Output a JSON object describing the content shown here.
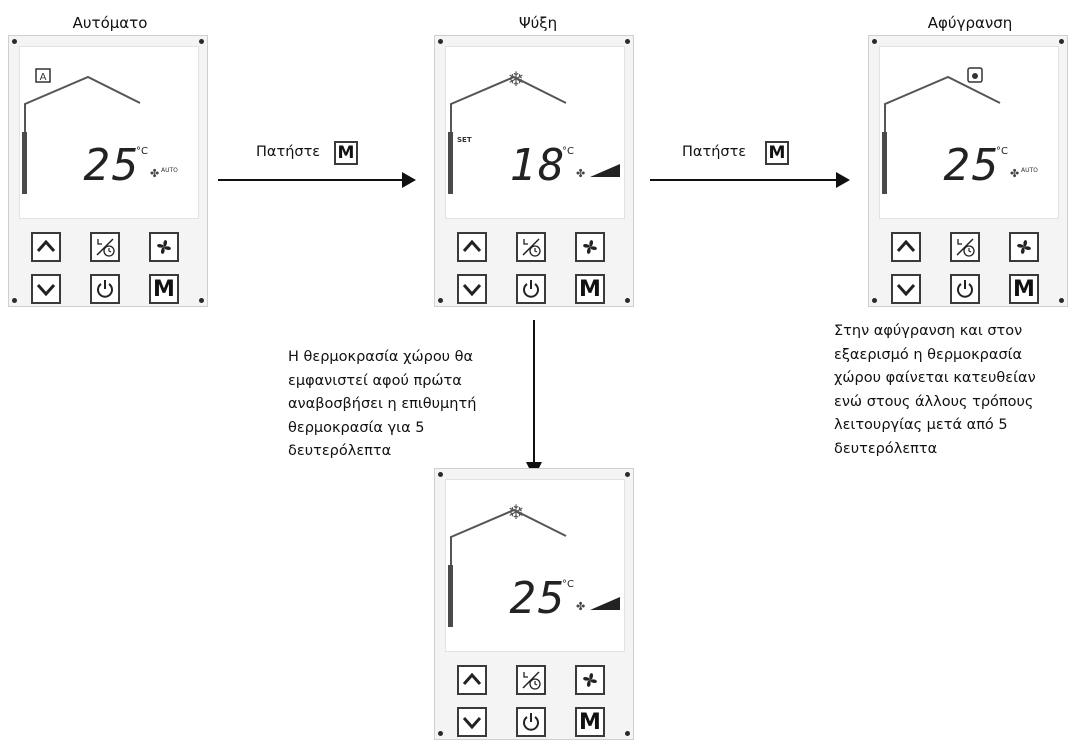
{
  "titles": {
    "auto": "Αυτόματο",
    "cooling": "Ψύξη",
    "dehumidify": "Αφύγρανση"
  },
  "press_label": "Πατήστε",
  "m_key": "M",
  "note_left": "Η θερμοκρασία χώρου θα\nεμφανιστεί αφού πρώτα\nαναβοσβήσει η επιθυμητή\nθερμοκρασία για 5\nδευτερόλεπτα",
  "note_right": "Στην αφύγρανση και στον\nεξαερισμό η θερμοκρασία\nχώρου φαίνεται κατευθείαν\nενώ στους άλλους τρόπους\nλειτουργίας μετά από 5\nδευτερόλεπτα",
  "panels": {
    "auto": {
      "temp": "25",
      "unit": "°C",
      "fan_text": "AUTO",
      "mode_icon": "auto-mode-icon"
    },
    "cooling": {
      "temp": "18",
      "unit": "°C",
      "set": "SET",
      "mode_icon": "snowflake-icon"
    },
    "dehumidify": {
      "temp": "25",
      "unit": "°C",
      "fan_text": "AUTO",
      "mode_icon": "droplet-icon"
    },
    "bottom": {
      "temp": "25",
      "unit": "°C",
      "mode_icon": "snowflake-icon"
    }
  },
  "buttons": {
    "up": "chevron-up-icon",
    "down": "chevron-down-icon",
    "timer": "timer-icon",
    "power": "power-icon",
    "fan": "fan-icon",
    "mode": "M"
  }
}
